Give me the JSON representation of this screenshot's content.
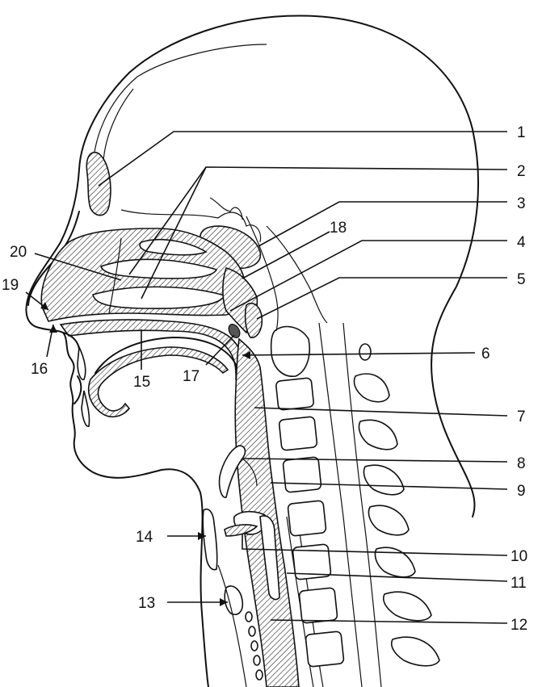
{
  "labels": [
    "1",
    "2",
    "3",
    "4",
    "5",
    "6",
    "7",
    "8",
    "9",
    "10",
    "11",
    "12",
    "13",
    "14",
    "15",
    "16",
    "17",
    "18",
    "19",
    "20"
  ],
  "colors": {
    "ink": "#111111",
    "background": "#ffffff"
  }
}
